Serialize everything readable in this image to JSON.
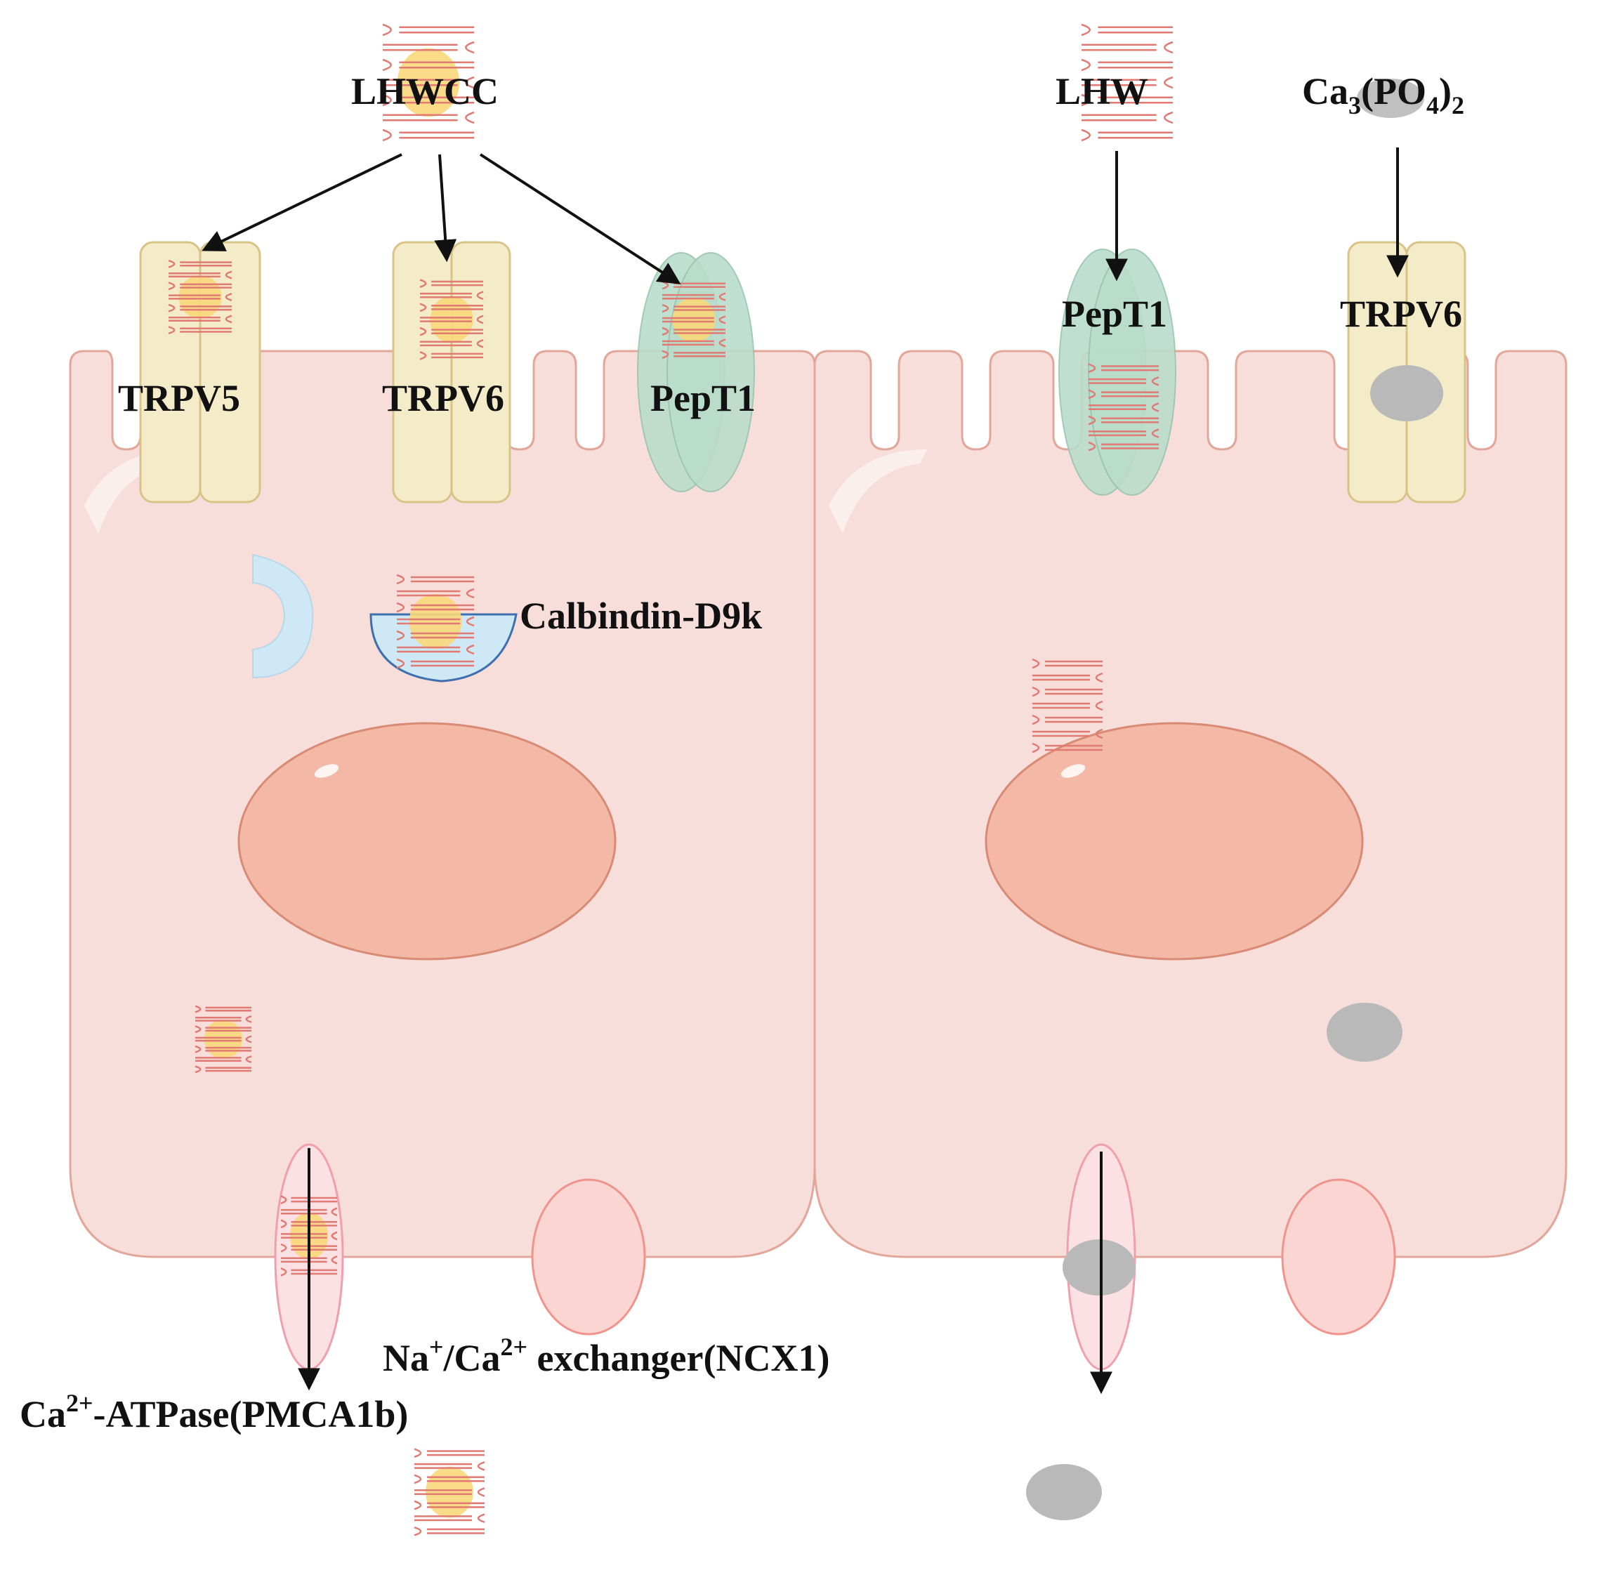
{
  "labels": {
    "lhwcc": "LHWCC",
    "lhw": "LHW",
    "ca3po42": {
      "a": "Ca",
      "s1": "3",
      "b": "(PO",
      "s2": "4",
      "c": ")",
      "s3": "2"
    },
    "trpv5": "TRPV5",
    "trpv6_left": "TRPV6",
    "pept1_left": "PepT1",
    "pept1_right": "PepT1",
    "trpv6_right": "TRPV6",
    "calbindin": "Calbindin-D9k",
    "ncx1": {
      "a": "Na",
      "sup1": "+",
      "b": "/Ca",
      "sup2": "2+",
      "c": " exchanger(NCX1)"
    },
    "pmca": {
      "a": "Ca",
      "sup": "2+",
      "b": "-ATPase(PMCA1b)"
    }
  },
  "colors": {
    "cell_fill": "#f7dedb",
    "cell_stroke": "#e2a79a",
    "nucleus_fill": "#f3b8a6",
    "nucleus_stroke": "#d98a74",
    "trpv_fill": "#f4ebc9",
    "trpv_stroke": "#d9c488",
    "pept1_fill": "#b9dccb",
    "pept1_stroke": "#9ac4b0",
    "calbindin_fill": "#cfe8f5",
    "calbindin_stroke": "#3f6fae",
    "peptide_stroke": "#e07a72",
    "calcium_core": "#f9d77a",
    "ca_phosphate": "#b9b9b9",
    "pump_fill": "#fbe1e4",
    "pump_stroke": "#f0a0ac",
    "ncx_fill": "#fbd5d2",
    "ncx_stroke": "#f0938d",
    "arrow": "#111111"
  }
}
